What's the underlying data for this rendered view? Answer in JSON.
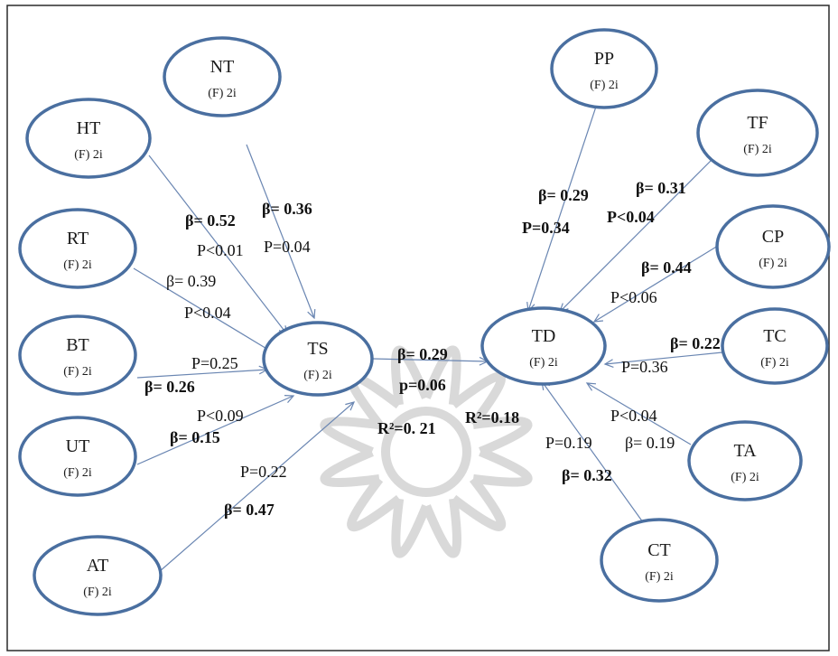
{
  "nodes": [
    {
      "id": "NT",
      "title": "NT",
      "sub": "(F) 2i"
    },
    {
      "id": "HT",
      "title": "HT",
      "sub": "(F) 2i"
    },
    {
      "id": "RT",
      "title": "RT",
      "sub": "(F) 2i"
    },
    {
      "id": "BT",
      "title": "BT",
      "sub": "(F) 2i"
    },
    {
      "id": "UT",
      "title": "UT",
      "sub": "(F) 2i"
    },
    {
      "id": "AT",
      "title": "AT",
      "sub": "(F) 2i"
    },
    {
      "id": "TS",
      "title": "TS",
      "sub": "(F) 2i"
    },
    {
      "id": "TD",
      "title": "TD",
      "sub": "(F) 2i"
    },
    {
      "id": "PP",
      "title": "PP",
      "sub": "(F) 2i"
    },
    {
      "id": "TF",
      "title": "TF",
      "sub": "(F) 2i"
    },
    {
      "id": "CP",
      "title": "CP",
      "sub": "(F) 2i"
    },
    {
      "id": "TC",
      "title": "TC",
      "sub": "(F) 2i"
    },
    {
      "id": "TA",
      "title": "TA",
      "sub": "(F) 2i"
    },
    {
      "id": "CT",
      "title": "CT",
      "sub": "(F) 2i"
    }
  ],
  "edges": [
    {
      "from": "NT",
      "to": "TS"
    },
    {
      "from": "HT",
      "to": "TS"
    },
    {
      "from": "RT",
      "to": "TS"
    },
    {
      "from": "BT",
      "to": "TS"
    },
    {
      "from": "UT",
      "to": "TS"
    },
    {
      "from": "AT",
      "to": "TS"
    },
    {
      "from": "TS",
      "to": "TD"
    },
    {
      "from": "PP",
      "to": "TD"
    },
    {
      "from": "TF",
      "to": "TD"
    },
    {
      "from": "CP",
      "to": "TD"
    },
    {
      "from": "TC",
      "to": "TD"
    },
    {
      "from": "TA",
      "to": "TD"
    },
    {
      "from": "CT",
      "to": "TD"
    }
  ],
  "labels": [
    {
      "id": "ht_beta",
      "text": "β= 0.52",
      "bold": true
    },
    {
      "id": "ht_p",
      "text": "P<0.01",
      "bold": false
    },
    {
      "id": "nt_beta",
      "text": "β= 0.36",
      "bold": true
    },
    {
      "id": "nt_p",
      "text": "P=0.04",
      "bold": false
    },
    {
      "id": "rt_beta",
      "text": "β= 0.39",
      "bold": false
    },
    {
      "id": "rt_p",
      "text": "P<0.04",
      "bold": false
    },
    {
      "id": "bt_p",
      "text": "P=0.25",
      "bold": false
    },
    {
      "id": "bt_beta",
      "text": "β= 0.26",
      "bold": true
    },
    {
      "id": "ut_p",
      "text": "P<0.09",
      "bold": false
    },
    {
      "id": "ut_beta",
      "text": "β= 0.15",
      "bold": true
    },
    {
      "id": "at_p",
      "text": "P=0.22",
      "bold": false
    },
    {
      "id": "at_beta",
      "text": "β= 0.47",
      "bold": true
    },
    {
      "id": "ts_beta",
      "text": "β= 0.29",
      "bold": true
    },
    {
      "id": "ts_p",
      "text": "p=0.06",
      "bold": true
    },
    {
      "id": "ts_r2",
      "text": "R²=0. 21",
      "bold": true
    },
    {
      "id": "td_r2",
      "text": "R²=0.18",
      "bold": true
    },
    {
      "id": "pp_beta",
      "text": "β= 0.29",
      "bold": true
    },
    {
      "id": "pp_p",
      "text": "P=0.34",
      "bold": true
    },
    {
      "id": "tf_beta",
      "text": "β= 0.31",
      "bold": true
    },
    {
      "id": "tf_p",
      "text": "P<0.04",
      "bold": true
    },
    {
      "id": "cp_beta",
      "text": "β= 0.44",
      "bold": true
    },
    {
      "id": "cp_p",
      "text": "P<0.06",
      "bold": false
    },
    {
      "id": "tc_beta",
      "text": "β= 0.22",
      "bold": true
    },
    {
      "id": "tc_p",
      "text": "P=0.36",
      "bold": false
    },
    {
      "id": "ta_p",
      "text": "P<0.04",
      "bold": false
    },
    {
      "id": "ta_beta",
      "text": "β= 0.19",
      "bold": false
    },
    {
      "id": "ct_p",
      "text": "P=0.19",
      "bold": false
    },
    {
      "id": "ct_beta",
      "text": "β= 0.32",
      "bold": true
    }
  ]
}
